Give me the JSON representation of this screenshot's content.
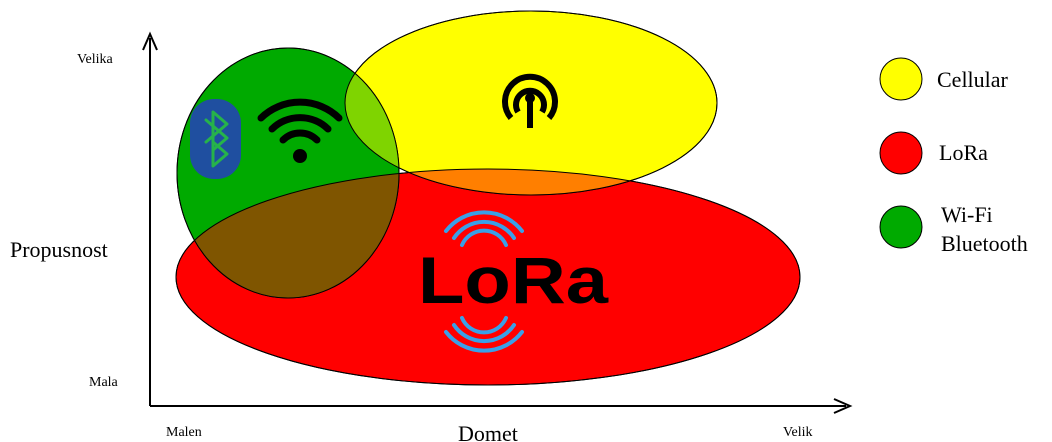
{
  "axes": {
    "y_label": "Propusnost",
    "y_top": "Velika",
    "y_bottom": "Mala",
    "x_label": "Domet",
    "x_left": "Malen",
    "x_right": "Velik"
  },
  "regions": {
    "lora_logo_text": "LoRa"
  },
  "legend": [
    {
      "label": "Cellular",
      "color": "#ffff00"
    },
    {
      "label": "LoRa",
      "color": "#ff0000"
    },
    {
      "label_line1": "Wi-Fi",
      "label_line2": "Bluetooth",
      "color": "#00aa00"
    }
  ],
  "colors": {
    "cellular": "#ffff00",
    "lora": "#ff0000",
    "wifi_bluetooth": "#00aa00",
    "wifi_lora_overlap": "#7f5500",
    "cellular_lora_overlap": "#ff7f00",
    "wifi_cellular_overlap": "#7fd400",
    "bluetooth_badge": "#1f4fa0",
    "bluetooth_rune": "#26b34a",
    "lora_waves": "#3aa0e8"
  },
  "icons": [
    "bluetooth-icon",
    "wifi-icon",
    "cellular-antenna-icon",
    "lora-wave-icon"
  ]
}
